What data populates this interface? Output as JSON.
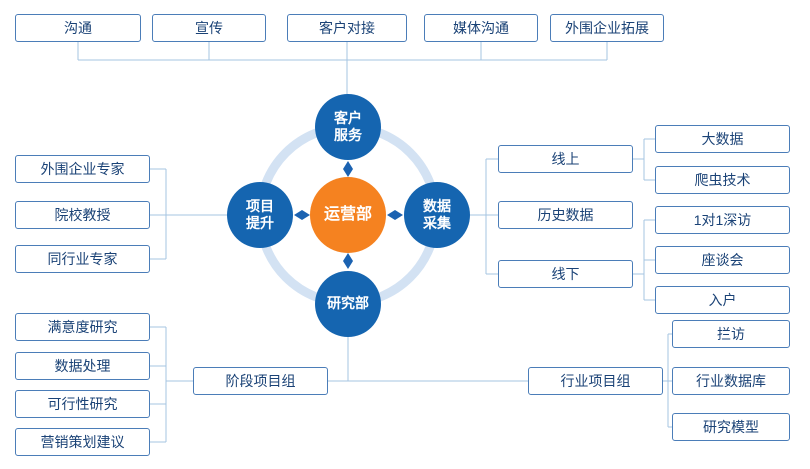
{
  "colors": {
    "node_blue": "#1565b0",
    "hub_orange": "#f58220",
    "box_border": "#4b7db8",
    "box_text": "#1a4276",
    "line": "#a6c4e2",
    "ring": "#d3e2f3"
  },
  "hub": {
    "center": "运营部",
    "top": "客户\n服务",
    "left": "项目\n提升",
    "right": "数据\n采集",
    "bottom": "研究部"
  },
  "top_boxes": [
    "沟通",
    "宣传",
    "客户对接",
    "媒体沟通",
    "外围企业拓展"
  ],
  "left_boxes": [
    "外围企业专家",
    "院校教授",
    "同行业专家"
  ],
  "data_source_boxes": [
    "线上",
    "历史数据",
    "线下"
  ],
  "online_methods": [
    "大数据",
    "爬虫技术"
  ],
  "offline_methods": [
    "1对1深访",
    "座谈会",
    "入户"
  ],
  "research_output_boxes": [
    "满意度研究",
    "数据处理",
    "可行性研究",
    "营销策划建议"
  ],
  "project_groups": [
    "阶段项目组",
    "行业项目组"
  ],
  "industry_methods": [
    "拦访",
    "行业数据库",
    "研究模型"
  ]
}
